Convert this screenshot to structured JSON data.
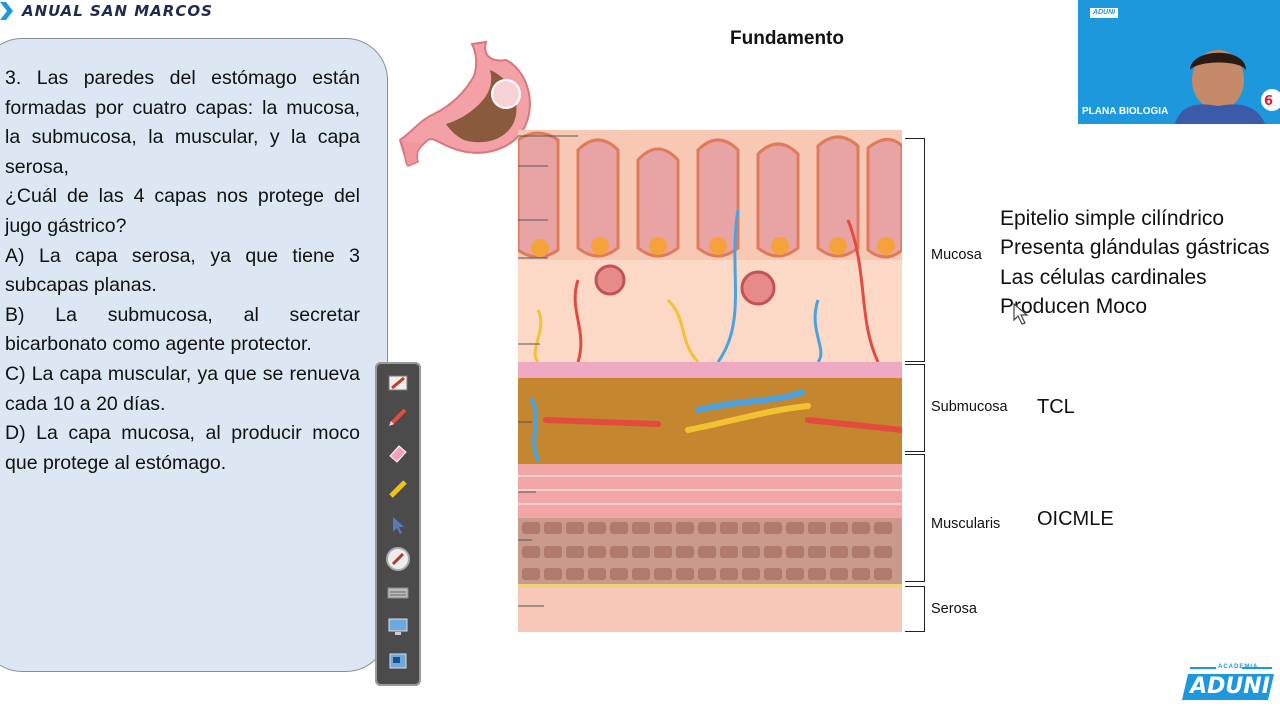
{
  "header": {
    "title": "ANUAL SAN MARCOS"
  },
  "question": {
    "lines": [
      "3. Las paredes del estómago están formadas por cuatro capas: la mucosa, la submucosa, la muscular, y la capa serosa,",
      "¿Cuál de las 4 capas nos protege del jugo gástrico?",
      "A) La capa serosa, ya que tiene 3 subcapas planas.",
      "B) La submucosa, al secretar bicarbonato como agente protector.",
      "C) La capa muscular, ya que se renueva cada 10 a 20 días.",
      "D) La capa mucosa, al producir moco que protege al estómago."
    ]
  },
  "figure": {
    "title": "Fundamento",
    "layers": {
      "mucosa": "Mucosa",
      "submucosa": "Submucosa",
      "muscularis": "Muscularis",
      "serosa": "Serosa"
    }
  },
  "notes": {
    "mucosa": [
      "Epitelio simple cilíndrico",
      "Presenta glándulas gástricas",
      "Las células cardinales",
      "Producen Moco"
    ],
    "submucosa": "TCL",
    "muscularis": "OICMLE"
  },
  "video": {
    "caption": "PLANA BIOLOGIA",
    "tag": "ADUNI"
  },
  "toolbar": {
    "items": [
      "pen-tool",
      "pencil-tool",
      "eraser-tool",
      "highlighter-tool",
      "pointer-tool",
      "color-picker-tool",
      "keyboard-tool",
      "screen-tool",
      "window-tool"
    ]
  },
  "logo": {
    "label": "ACADEMIA",
    "brand": "ADUNI"
  },
  "colors": {
    "panel": "#dce7f3",
    "accent": "#1e98dd",
    "brand": "#1d2b4f"
  }
}
